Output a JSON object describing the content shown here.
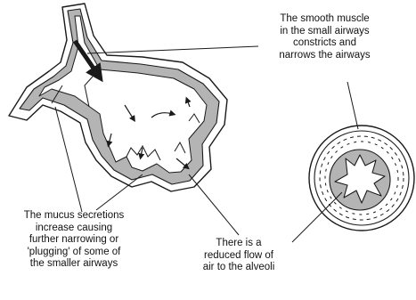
{
  "diagram": {
    "labels": {
      "smooth_muscle": [
        "The smooth muscle",
        "in the small airways",
        "constricts and",
        "narrows the airways"
      ],
      "mucus": [
        "The mucus secretions",
        "increase causing",
        "further narrowing or",
        "'plugging' of some of",
        "the smaller airways"
      ],
      "airflow": [
        "There is a",
        "reduced flow of",
        "air to the alveoli"
      ]
    },
    "colors": {
      "outline": "#1a1a1a",
      "muscle_fill": "#b4b4b4",
      "background": "#ffffff"
    }
  }
}
